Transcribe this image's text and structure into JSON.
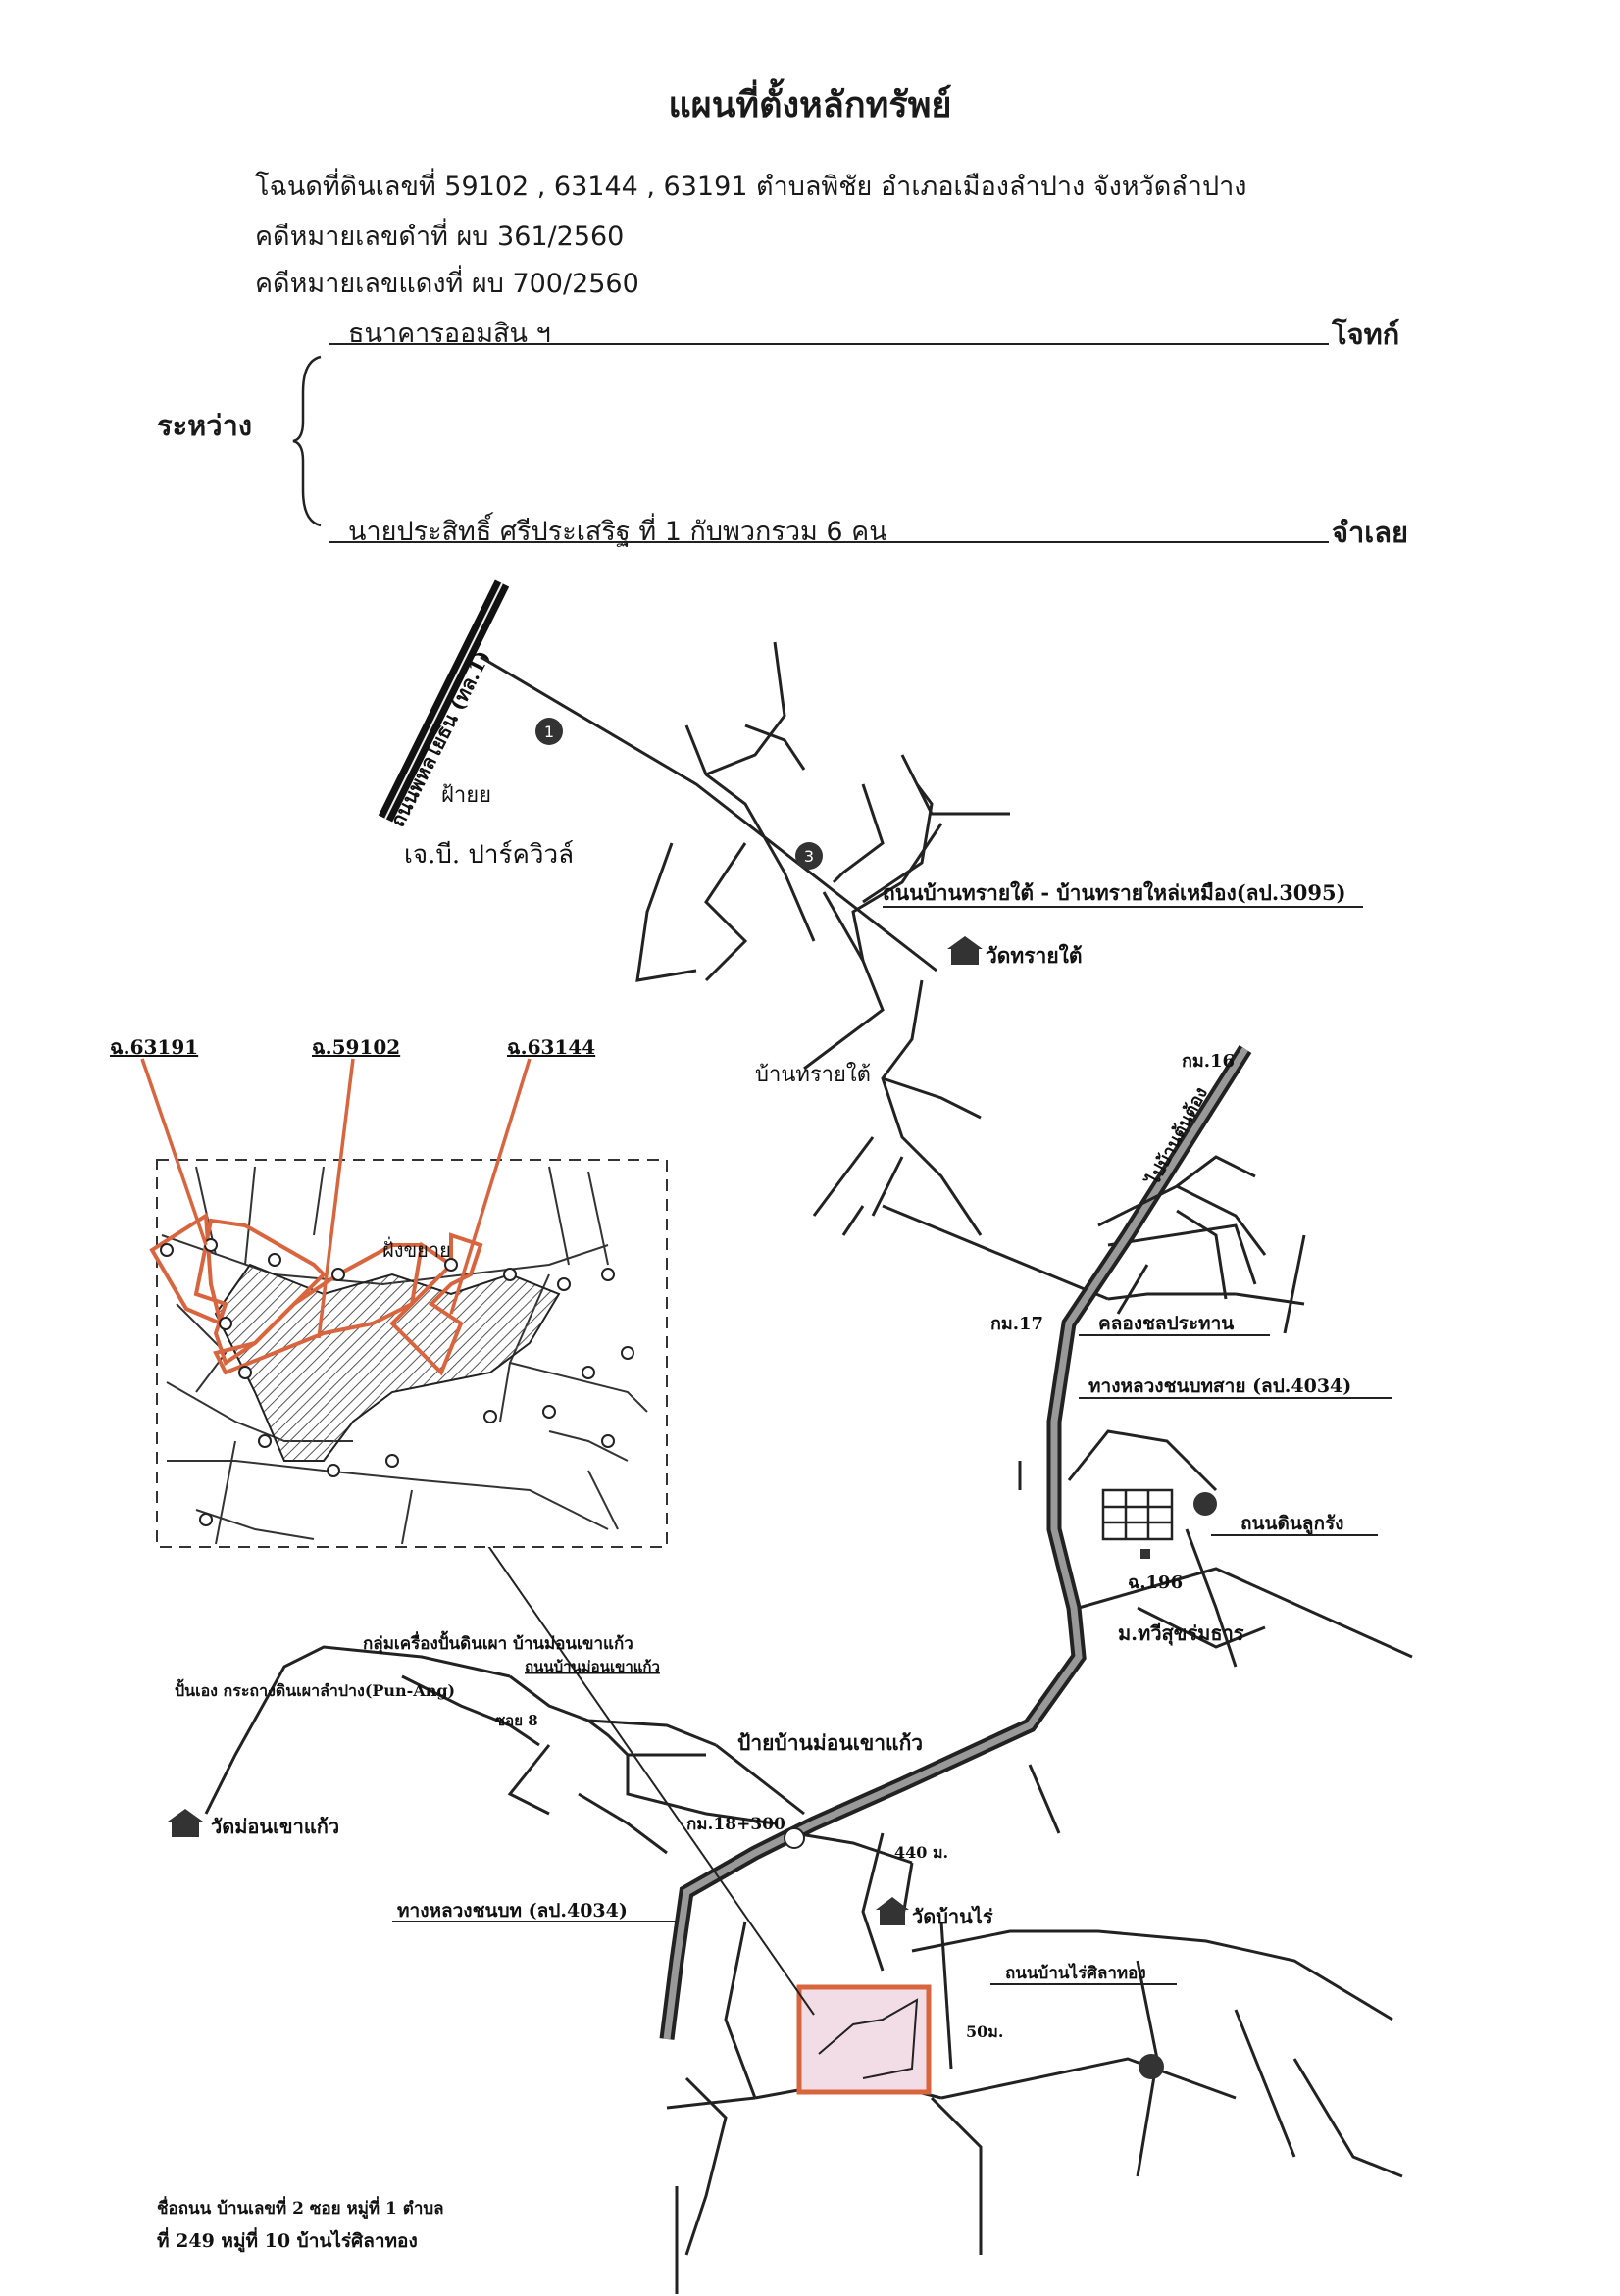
{
  "doc": {
    "title": "แผนที่ตั้งหลักทรัพย์",
    "deed_line": "โฉนดที่ดินเลขที่  59102 , 63144 , 63191 ตำบลพิชัย  อำเภอเมืองลำปาง  จังหวัดลำปาง",
    "black_case": "คดีหมายเลขดำที่     ผบ  361/2560",
    "red_case": "คดีหมายเลขแดงที่   ผบ  700/2560",
    "plaintiff": "ธนาคารออมสิน ฯ",
    "plaintiff_role": "โจทก์",
    "between": "ระหว่าง",
    "defendant": "นายประสิทธิ์  ศรีประเสริฐ  ที่  1  กับพวกรวม  6  คน",
    "defendant_role": "จำเลย"
  },
  "map": {
    "labels": {
      "phaholyothin": "ถนนพหลโยธิน (ทล.1)",
      "jb_park_icon": "ฝ้ายย",
      "jb_park": "เจ.บี. ปาร์ควิวล์",
      "road_3095": "ถนนบ้านทรายใต้ - บ้านทรายใหล่เหมือง(ลป.3095)",
      "wat_sai_tai": "วัดทรายใต้",
      "ban_sai_tai": "บ้านทรายใต้",
      "km16": "กม.16",
      "to_ban_ton_tong": "ไปบ้านต้นต้อง",
      "km17": "กม.17",
      "canal": "คลองชลประทาน",
      "hwy_4034_a": "ทางหลวงชนบทสาย (ลป.4034)",
      "rd_din_luk_rang": "ถนนดินลูกรัง",
      "deed_196": "ฉ.196",
      "village": "ม.ทวีสุขร่มธาร",
      "pottery_group": "กลุ่มเครื่องปั้นดินเผา บ้านม่อนเขาแก้ว",
      "rd_mon_khao_kaew": "ถนนบ้านม่อนเขาแก้ว",
      "pun_aeng": "ปั้นเอง กระถางดินเผาลำปาง(Pun-Ang)",
      "soi8": "ซอย 8",
      "wat_mon_khao_kaew": "วัดม่อนเขาแก้ว",
      "sign_mon_khao_kaew": "ป้ายบ้านม่อนเขาแก้ว",
      "km18": "กม.18+300",
      "dist_440": "440 ม.",
      "hwy_4034_b": "ทางหลวงชนบท (ลป.4034)",
      "wat_ban_rai": "วัดบ้านไร่",
      "rd_ban_rai": "ถนนบ้านไร่ศิลาทอง",
      "dist_50": "50ม.",
      "footer1": "ชื่อถนน บ้านเลขที่ 2 ซอย หมู่ที่ 1 ตำบล",
      "footer2": "ที่ 249 หมู่ที่ 10 บ้านไร่ศิลาทอง",
      "deed_63191": "ฉ.63191",
      "deed_59102": "ฉ.59102",
      "deed_63144": "ฉ.63144",
      "marker_1": "1",
      "marker_3": "3",
      "inset_text_1": "ฝั่งขยาย"
    }
  },
  "colors": {
    "highlight": "#d9653f",
    "ink": "#1a1a1a",
    "highway": "#555555",
    "parcel_fill": "#f2dde6"
  }
}
